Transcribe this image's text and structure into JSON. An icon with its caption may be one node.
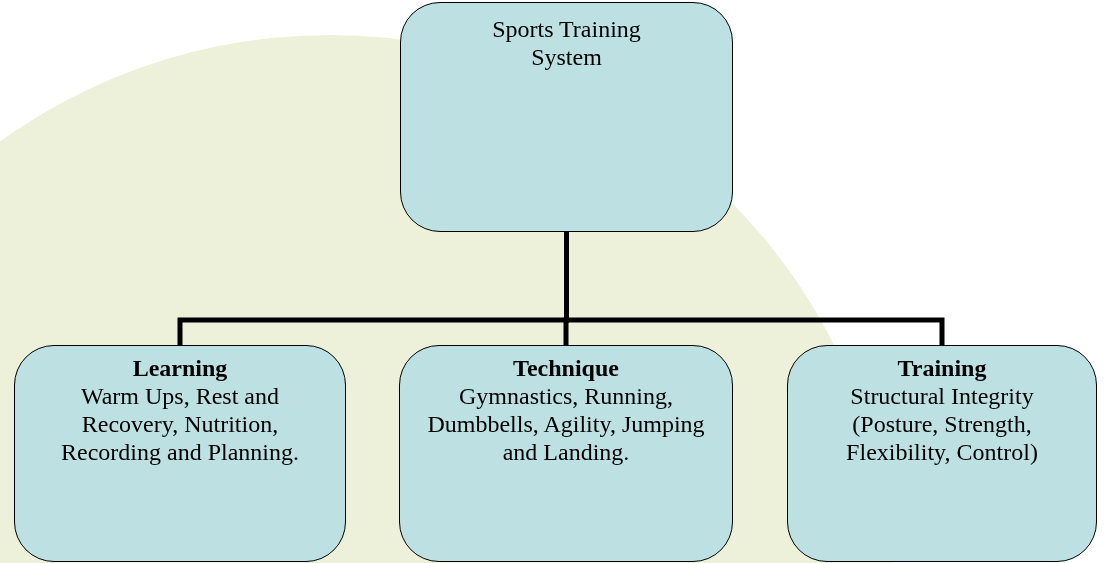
{
  "diagram": {
    "nodes": [
      {
        "text": [
          "Sports Training System"
        ]
      },
      {
        "text": [
          "Learning",
          "Warm Ups, Rest and Recovery, Nutrition, Recording and Planning."
        ]
      },
      {
        "text": [
          "Technique",
          "Gymnastics, Running, Dumbbells, Agility, Jumping and Landing."
        ]
      },
      {
        "text": [
          "Training",
          "Structural Integrity (Posture, Strength, Flexibility, Control)"
        ]
      }
    ],
    "edges": [
      {
        "from": 0,
        "to": 1,
        "arrow": "none"
      },
      {
        "from": 0,
        "to": 2,
        "arrow": "none"
      },
      {
        "from": 0,
        "to": 3,
        "arrow": "none"
      }
    ]
  }
}
